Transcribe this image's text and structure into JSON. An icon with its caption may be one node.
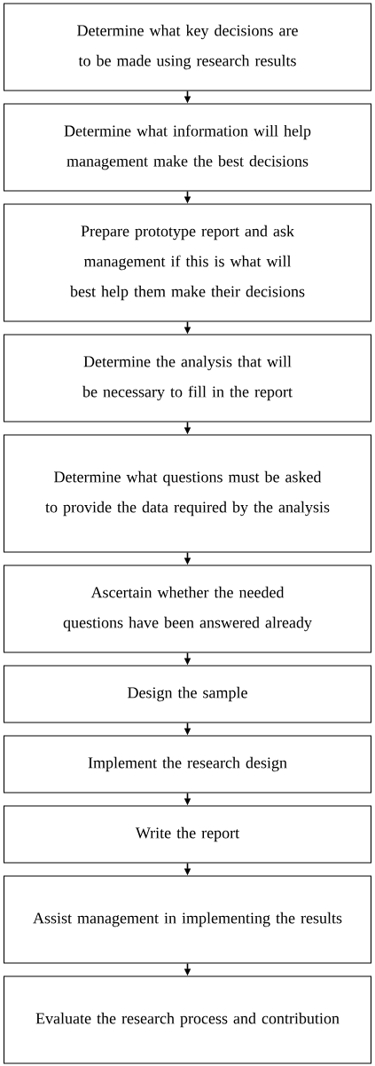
{
  "diagram": {
    "nodes": [
      {
        "text": [
          "Determine what key decisions are to be made using research results"
        ]
      },
      {
        "text": [
          "Determine what information will help management make the best decisions"
        ]
      },
      {
        "text": [
          "Prepare prototype report and ask management if this is what will best help them make their decisions"
        ]
      },
      {
        "text": [
          "Determine the analysis that will be necessary to fill in the report"
        ]
      },
      {
        "text": [
          "Determine what questions must be asked to provide the data required by the analysis"
        ]
      },
      {
        "text": [
          "Ascertain whether the needed questions have been answered already"
        ]
      },
      {
        "text": [
          "Design the sample"
        ]
      },
      {
        "text": [
          "Implement the research design"
        ]
      },
      {
        "text": [
          "Write the report"
        ]
      },
      {
        "text": [
          "Assist management in implementing the results"
        ]
      },
      {
        "text": [
          "Evaluate the research process and contribution"
        ]
      }
    ],
    "edges": [
      {
        "from": 0,
        "to": 1,
        "arrow": "to"
      },
      {
        "from": 1,
        "to": 2,
        "arrow": "to"
      },
      {
        "from": 2,
        "to": 3,
        "arrow": "to"
      },
      {
        "from": 3,
        "to": 4,
        "arrow": "to"
      },
      {
        "from": 4,
        "to": 5,
        "arrow": "to"
      },
      {
        "from": 5,
        "to": 6,
        "arrow": "to"
      },
      {
        "from": 6,
        "to": 7,
        "arrow": "to"
      },
      {
        "from": 7,
        "to": 8,
        "arrow": "to"
      },
      {
        "from": 8,
        "to": 9,
        "arrow": "to"
      },
      {
        "from": 9,
        "to": 10,
        "arrow": "to"
      }
    ]
  }
}
